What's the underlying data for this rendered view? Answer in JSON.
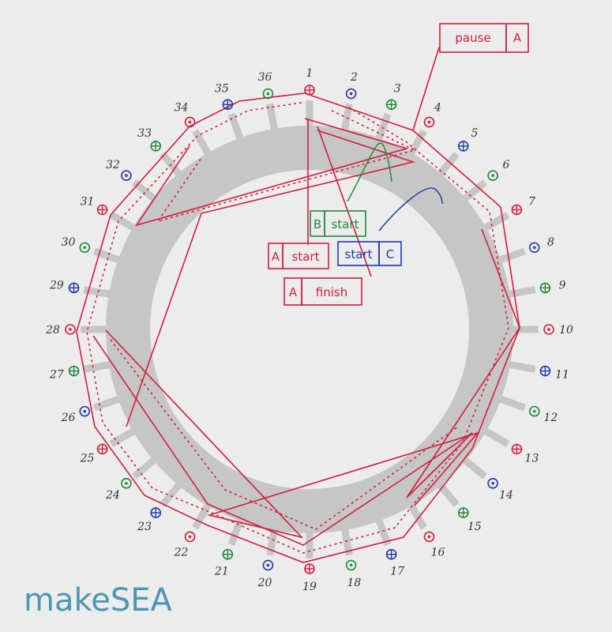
{
  "slots": [
    {
      "n": "1",
      "mark": "plus",
      "color": "#d21e3c"
    },
    {
      "n": "2",
      "mark": "dot",
      "color": "#1f3aa6"
    },
    {
      "n": "3",
      "mark": "plus",
      "color": "#1f8a3a"
    },
    {
      "n": "4",
      "mark": "dot",
      "color": "#d21e3c"
    },
    {
      "n": "5",
      "mark": "plus",
      "color": "#1f3aa6"
    },
    {
      "n": "6",
      "mark": "dot",
      "color": "#1f8a3a"
    },
    {
      "n": "7",
      "mark": "plus",
      "color": "#d21e3c"
    },
    {
      "n": "8",
      "mark": "dot",
      "color": "#1f3aa6"
    },
    {
      "n": "9",
      "mark": "plus",
      "color": "#1f8a3a"
    },
    {
      "n": "10",
      "mark": "dot",
      "color": "#d21e3c"
    },
    {
      "n": "11",
      "mark": "plus",
      "color": "#1f3aa6"
    },
    {
      "n": "12",
      "mark": "dot",
      "color": "#1f8a3a"
    },
    {
      "n": "13",
      "mark": "plus",
      "color": "#d21e3c"
    },
    {
      "n": "14",
      "mark": "dot",
      "color": "#1f3aa6"
    },
    {
      "n": "15",
      "mark": "plus",
      "color": "#1f8a3a"
    },
    {
      "n": "16",
      "mark": "dot",
      "color": "#d21e3c"
    },
    {
      "n": "17",
      "mark": "plus",
      "color": "#1f3aa6"
    },
    {
      "n": "18",
      "mark": "dot",
      "color": "#1f8a3a"
    },
    {
      "n": "19",
      "mark": "plus",
      "color": "#d21e3c"
    },
    {
      "n": "20",
      "mark": "dot",
      "color": "#1f3aa6"
    },
    {
      "n": "21",
      "mark": "plus",
      "color": "#1f8a3a"
    },
    {
      "n": "22",
      "mark": "dot",
      "color": "#d21e3c"
    },
    {
      "n": "23",
      "mark": "plus",
      "color": "#1f3aa6"
    },
    {
      "n": "24",
      "mark": "dot",
      "color": "#1f8a3a"
    },
    {
      "n": "25",
      "mark": "plus",
      "color": "#d21e3c"
    },
    {
      "n": "26",
      "mark": "dot",
      "color": "#1f3aa6"
    },
    {
      "n": "27",
      "mark": "plus",
      "color": "#1f8a3a"
    },
    {
      "n": "28",
      "mark": "dot",
      "color": "#d21e3c"
    },
    {
      "n": "29",
      "mark": "plus",
      "color": "#1f3aa6"
    },
    {
      "n": "30",
      "mark": "dot",
      "color": "#1f8a3a"
    },
    {
      "n": "31",
      "mark": "plus",
      "color": "#d21e3c"
    },
    {
      "n": "32",
      "mark": "dot",
      "color": "#1f3aa6"
    },
    {
      "n": "33",
      "mark": "plus",
      "color": "#1f8a3a"
    },
    {
      "n": "34",
      "mark": "dot",
      "color": "#d21e3c"
    },
    {
      "n": "35",
      "mark": "plus",
      "color": "#1f3aa6"
    },
    {
      "n": "36",
      "mark": "dot",
      "color": "#1f8a3a"
    }
  ],
  "labels": {
    "pause": "pause",
    "pause_phase": "A",
    "b_phase": "B",
    "b_start": "start",
    "a_phase": "A",
    "a_start": "start",
    "c_start": "start",
    "c_phase": "C",
    "a_finish_phase": "A",
    "a_finish": "finish"
  },
  "brand": {
    "make": "make",
    "sea": "SEA"
  },
  "colors": {
    "phase_a": "#d21e3c",
    "phase_b": "#1f8a3a",
    "phase_c": "#1f3aa6",
    "stator": "#c6c6c6",
    "logo": "#4c97b1"
  }
}
